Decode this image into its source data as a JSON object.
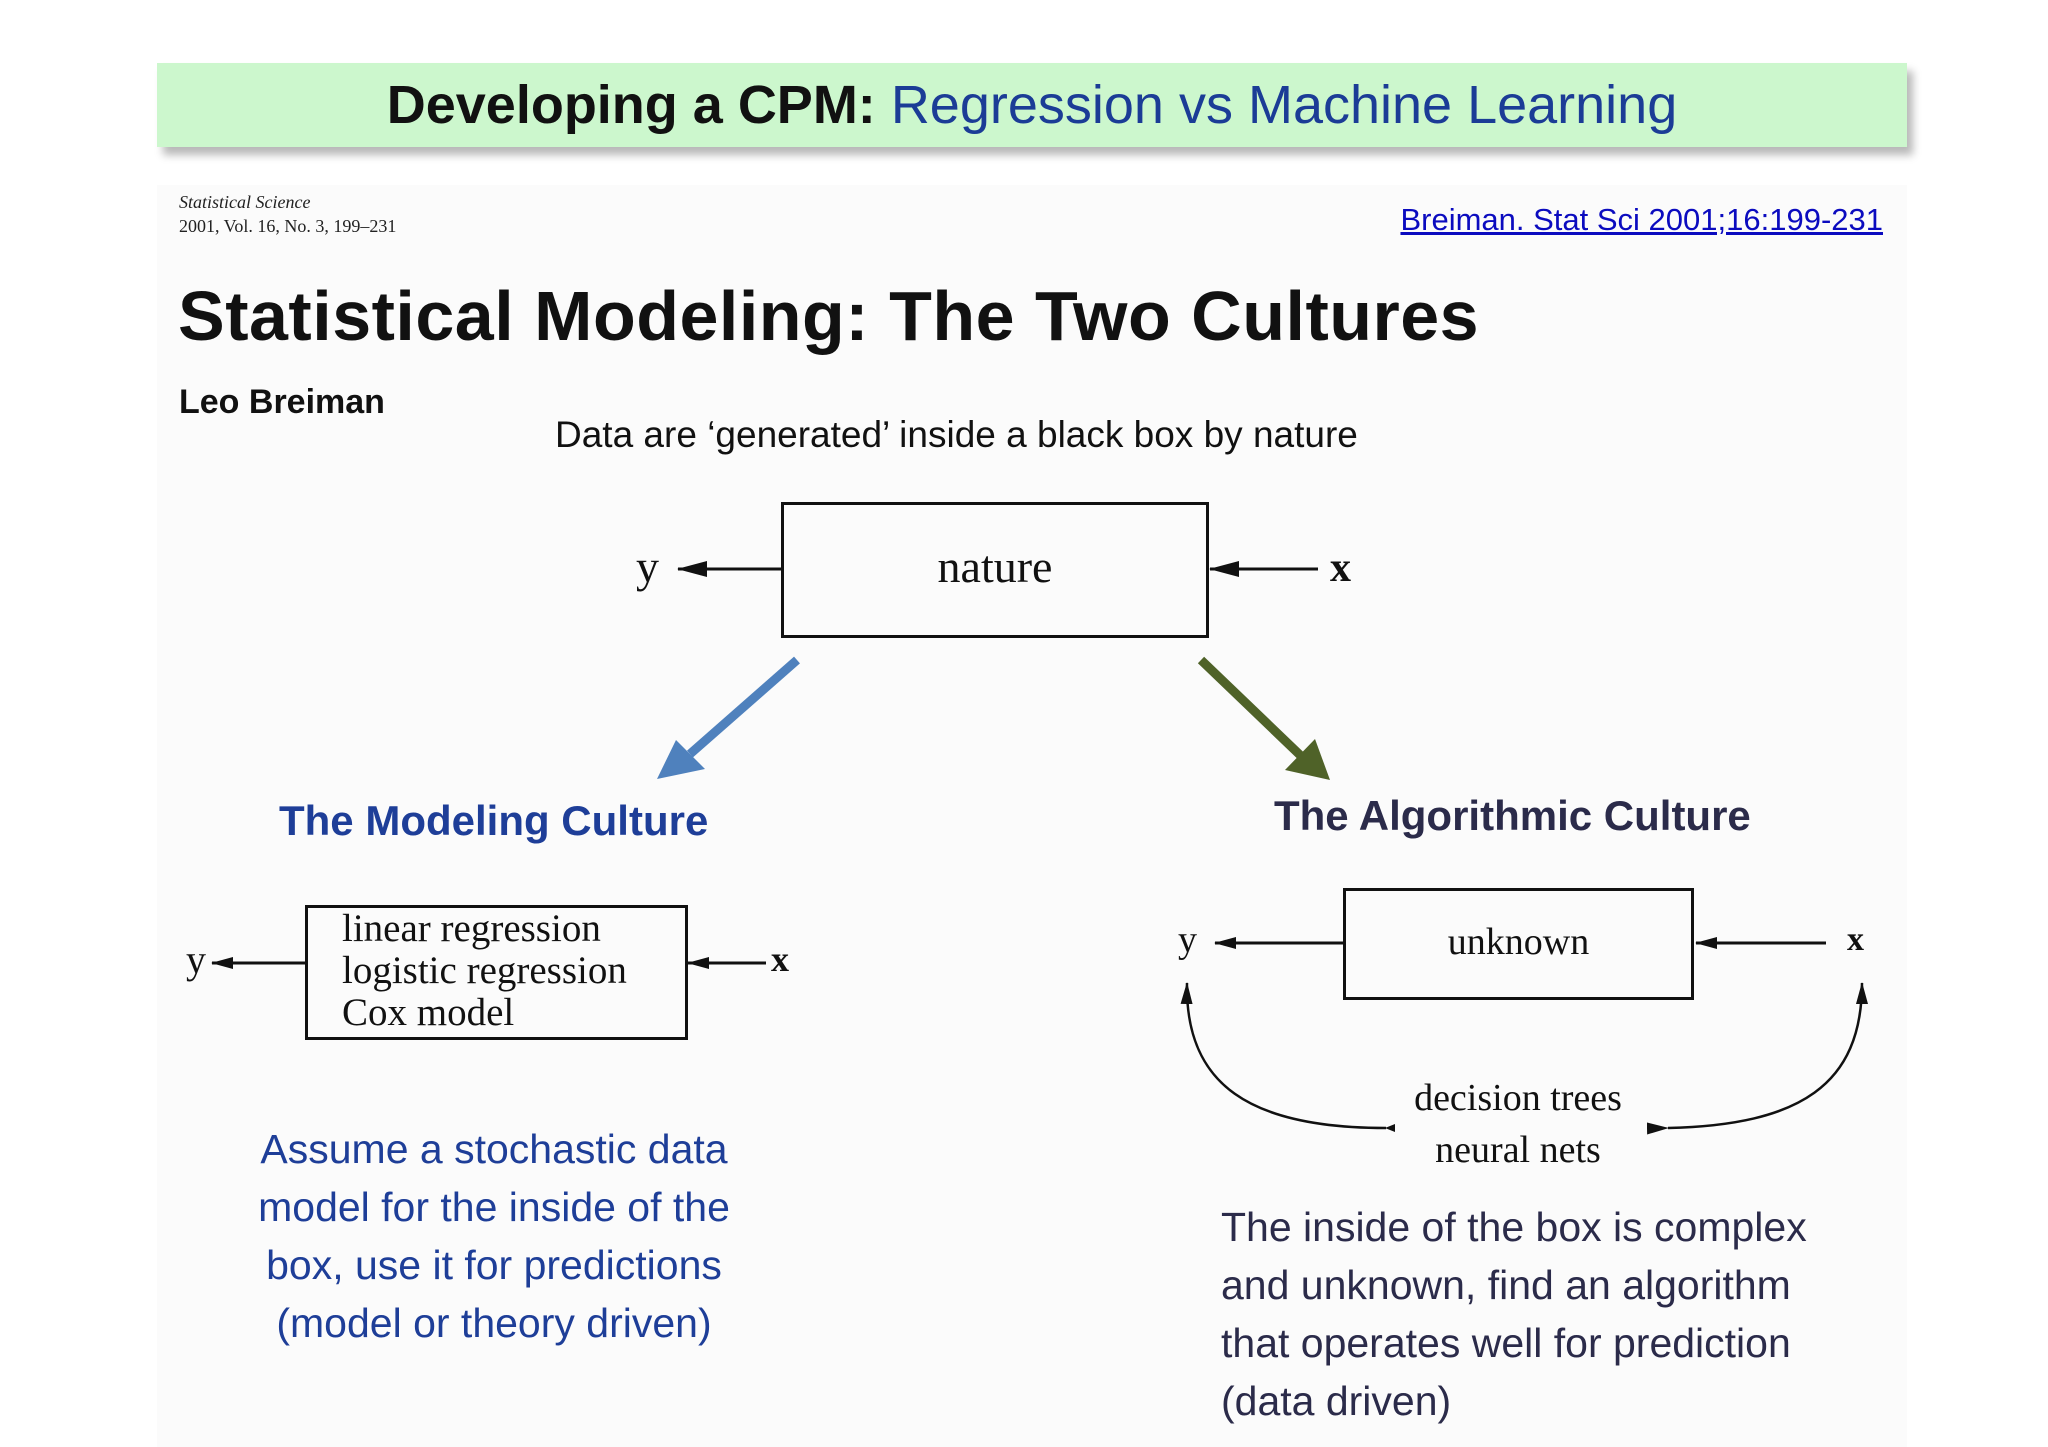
{
  "header": {
    "title_bold": "Developing a CPM:",
    "title_rest": "Regression vs Machine Learning"
  },
  "paper": {
    "journal": "Statistical Science",
    "volume_line": "2001, Vol. 16, No. 3, 199–231",
    "citation": "Breiman. Stat Sci 2001;16:199-231",
    "title": "Statistical Modeling: The Two Cultures",
    "author": "Leo Breiman"
  },
  "caption": "Data are ‘generated’ inside a black box by nature",
  "nature_diagram": {
    "box_label": "nature",
    "output": "y",
    "input": "x"
  },
  "modeling": {
    "heading": "The Modeling Culture",
    "box_lines": [
      "linear regression",
      "logistic regression",
      "Cox model"
    ],
    "output": "y",
    "input": "x",
    "description": [
      "Assume a stochastic data",
      "model for the inside of the",
      "box, use it for predictions",
      "(model or theory driven)"
    ]
  },
  "algorithmic": {
    "heading": "The Algorithmic Culture",
    "box_label": "unknown",
    "output": "y",
    "input": "x",
    "methods": [
      "decision trees",
      "neural nets"
    ],
    "description": [
      "The inside of the box is complex",
      "and unknown, find an algorithm",
      "that operates well for prediction",
      "(data driven)"
    ]
  },
  "colors": {
    "title_bar": "#ccf7cd",
    "title_accent": "#1b3c96",
    "modeling": "#1e3e98",
    "algorithmic": "#2b2b4a",
    "modeling_arrow": "#4f81bd",
    "algorithmic_arrow": "#4f6228",
    "link": "#0b0bbf"
  }
}
